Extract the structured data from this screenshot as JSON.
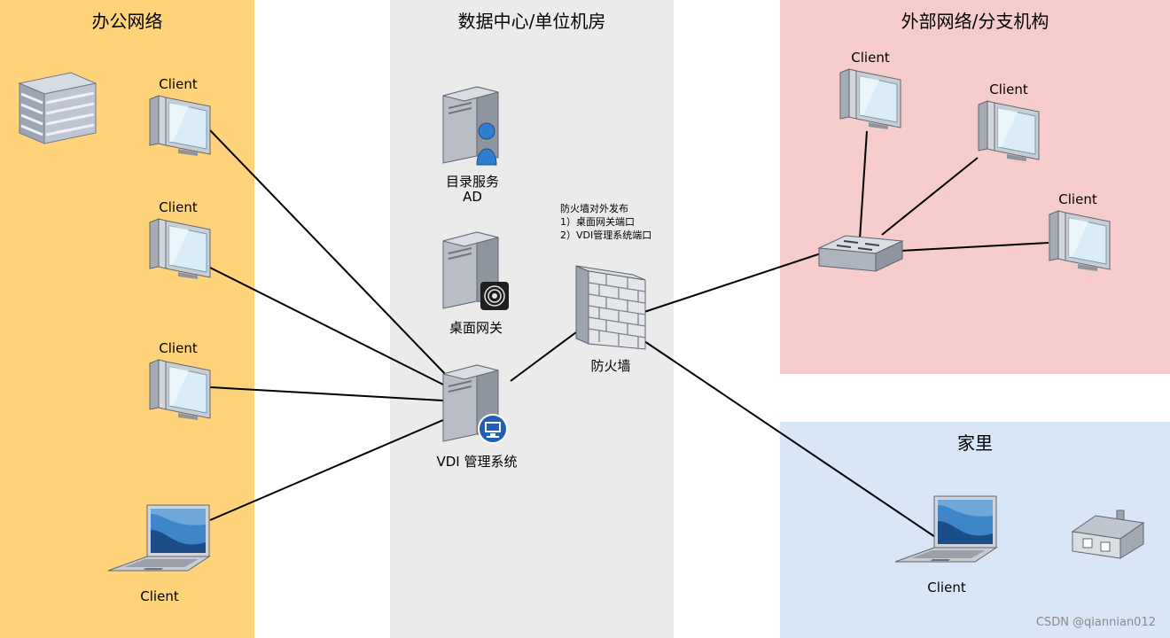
{
  "zones": {
    "office": {
      "title": "办公网络",
      "color": "#FFD37A"
    },
    "datacenter": {
      "title": "数据中心/单位机房",
      "color": "#EBEBEB"
    },
    "external": {
      "title": "外部网络/分支机构",
      "color": "#F6CCCC"
    },
    "home": {
      "title": "家里",
      "color": "#D8E6F7"
    }
  },
  "nodes": {
    "office_building": {
      "icon": "building-icon"
    },
    "office_client_1": {
      "label": "Client",
      "icon": "desktop-computer-icon"
    },
    "office_client_2": {
      "label": "Client",
      "icon": "desktop-computer-icon"
    },
    "office_client_3": {
      "label": "Client",
      "icon": "desktop-computer-icon"
    },
    "office_laptop": {
      "label": "Client",
      "icon": "laptop-icon"
    },
    "ad_server": {
      "label_line1": "目录服务",
      "label_line2": "AD",
      "icon": "directory-server-icon"
    },
    "desktop_gateway": {
      "label": "桌面网关",
      "icon": "gateway-server-icon"
    },
    "vdi_server": {
      "label": "VDI 管理系统",
      "icon": "vdi-server-icon"
    },
    "firewall": {
      "label": "防火墙",
      "icon": "firewall-icon"
    },
    "switch": {
      "icon": "switch-icon"
    },
    "ext_client_1": {
      "label": "Client",
      "icon": "desktop-computer-icon"
    },
    "ext_client_2": {
      "label": "Client",
      "icon": "desktop-computer-icon"
    },
    "ext_client_3": {
      "label": "Client",
      "icon": "desktop-computer-icon"
    },
    "home_laptop": {
      "label": "Client",
      "icon": "laptop-icon"
    },
    "house": {
      "icon": "house-icon"
    }
  },
  "firewall_note": {
    "line1": "防火墙对外发布",
    "line2": "1）桌面网关端口",
    "line3": "2）VDI管理系统端口"
  },
  "watermark": "CSDN @qiannian012"
}
